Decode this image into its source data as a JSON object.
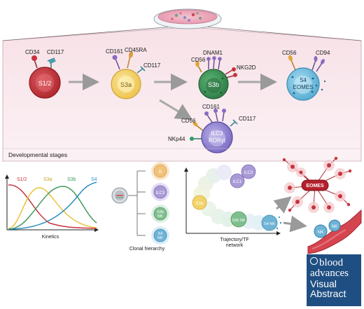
{
  "top_panel": {
    "footer_label": "Developmental stages",
    "cells": {
      "s12": {
        "name": "S1/2",
        "markers": [
          "CD34",
          "CD117"
        ]
      },
      "s3a": {
        "name": "S3a",
        "markers": [
          "CD161",
          "CD45RA",
          "CD117"
        ]
      },
      "s3b": {
        "name": "S3b",
        "markers": [
          "CD56",
          "DNAM1",
          "NKG2D"
        ]
      },
      "s4": {
        "name_line1": "S4",
        "name_line2": "EOMES",
        "markers": [
          "CD56",
          "CD94"
        ]
      },
      "ilc3": {
        "name_line1": "ILC3",
        "name_line2": "RORγt",
        "markers": [
          "CD161",
          "CD56",
          "CD117",
          "NKp44"
        ]
      }
    }
  },
  "kinetics": {
    "caption": "Kinetics",
    "series": [
      {
        "name": "S1/2",
        "color": "#c8333f"
      },
      {
        "name": "S3a",
        "color": "#e8c23a"
      },
      {
        "name": "S3b",
        "color": "#3f9a5a"
      },
      {
        "name": "S4",
        "color": "#2e8fc0"
      }
    ]
  },
  "clonal": {
    "caption": "Clonal hierarchy",
    "nodes": [
      {
        "line1": "B",
        "line2": "",
        "color": "#f2c27a"
      },
      {
        "line1": "ILC3",
        "line2": "",
        "color": "#a99ad6"
      },
      {
        "line1": "S3b",
        "line2": "NK",
        "color": "#7fbf8e"
      },
      {
        "line1": "S4",
        "line2": "NK",
        "color": "#6fb3d6"
      }
    ]
  },
  "trajectory": {
    "caption_line1": "Trajectory/TF",
    "caption_line2": "network",
    "nodes": [
      "S3a",
      "ILC1",
      "ILC3",
      "S3b NK",
      "S4 NK"
    ]
  },
  "network": {
    "hub": "EOMES",
    "vessel_cells": [
      "NK",
      "NK"
    ]
  },
  "badge": {
    "line1": "blood",
    "line2": "advances",
    "line3": "Visual",
    "line4": "Abstract"
  },
  "colors": {
    "s12": "#c8333f",
    "s3a": "#f2d36b",
    "s3b": "#3f9a5a",
    "s4": "#7fc6e6",
    "ilc3": "#9b8fd8",
    "badge": "#1f4f82"
  }
}
